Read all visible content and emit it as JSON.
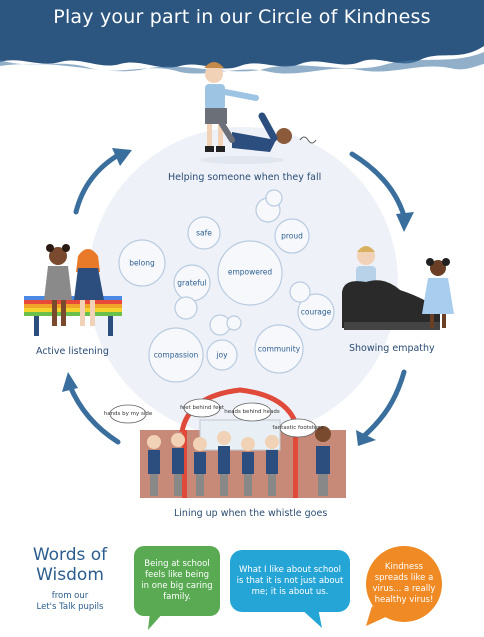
{
  "header": {
    "title": "Play your part in our Circle of Kindness"
  },
  "colors": {
    "banner": "#2c5680",
    "arrow": "#3a6e9c",
    "caption": "#2b4d75",
    "green": "#5aaa54",
    "blue": "#25a5d6",
    "orange": "#f08a24"
  },
  "circle": {
    "captions": {
      "top": "Helping someone when they fall",
      "right": "Showing empathy",
      "bottom": "Lining up when the whistle goes",
      "left": "Active listening"
    },
    "bubbles": {
      "safe": "safe",
      "proud": "proud",
      "belong": "belong",
      "empowered": "empowered",
      "grateful": "grateful",
      "courage": "courage",
      "compassion": "compassion",
      "joy": "joy",
      "community": "community"
    },
    "thought_bubbles": {
      "hands": "hands by my side",
      "feet": "feet behind feet",
      "heads": "heads behind heads",
      "footsteps": "fantastic footsteps"
    }
  },
  "words_of_wisdom": {
    "line1": "Words of",
    "line2": "Wisdom",
    "sub1": "from our",
    "sub2": "Let's Talk pupils",
    "quotes": {
      "green": "Being at school feels like being in one big caring family.",
      "blue": "What I like about school is that it is not just about me; it is about us.",
      "orange": "Kindness spreads like a virus... a really healthy virus!"
    }
  }
}
